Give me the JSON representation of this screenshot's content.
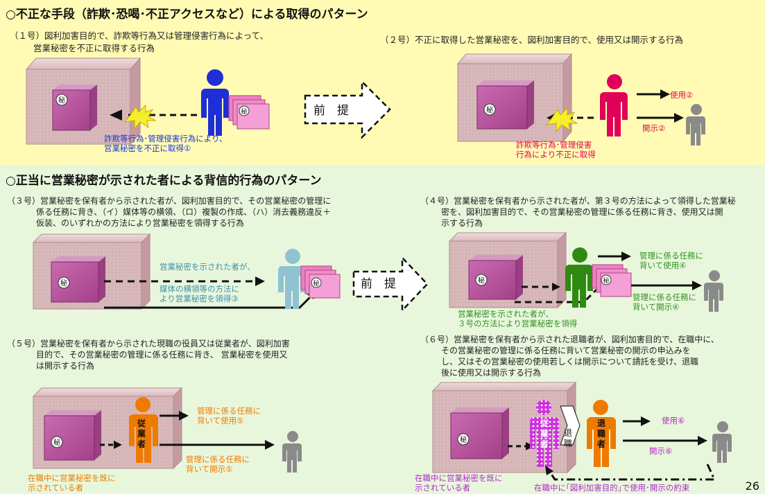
{
  "page_number": "26",
  "section1": {
    "heading": "○不正な手段（詐欺･恐喝･不正アクセスなど）による取得のパターン",
    "item1": {
      "caption_line1": "（１号）図利加害目的で、詐欺等行為又は管理侵害行為によって、",
      "caption_line2": "営業秘密を不正に取得する行為",
      "label_line1": "詐欺等行為･管理侵害行為により、",
      "label_line2": "営業秘密を不正に取得①",
      "secret_mark": "秘"
    },
    "premise": "前　提",
    "item2": {
      "caption": "（２号）不正に取得した営業秘密を、図利加害目的で、使用又は開示する行為",
      "use_label": "使用②",
      "disclose_label": "開示②",
      "label_line1": "詐欺等行為･管理侵害",
      "label_line2": "行為により不正に取得",
      "secret_mark": "秘"
    }
  },
  "section2": {
    "heading": "○正当に営業秘密が示された者による背信的行為のパターン",
    "item3": {
      "caption_line1": "（３号）営業秘密を保有者から示された者が、図利加害目的で、その営業秘密の管理に",
      "caption_line2": "係る任務に背き、（イ）媒体等の横領、（ロ）複製の作成、（ハ）消去義務違反＋",
      "caption_line3": "仮装、のいずれかの方法により営業秘密を領得する行為",
      "label_a": "営業秘密を示された者が、",
      "label_b_line1": "媒体の横領等の方法に",
      "label_b_line2": "より営業秘密を領得③",
      "secret_mark": "秘"
    },
    "premise": "前　提",
    "item4": {
      "caption_line1": "（４号）営業秘密を保有者から示された者が、第３号の方法によって領得した営業秘",
      "caption_line2": "密を、図利加害目的で、その営業秘密の管理に係る任務に背き、使用又は開",
      "caption_line3": "示する行為",
      "use_line1": "管理に係る任務に",
      "use_line2": "背いて使用④",
      "disclose_line1": "管理に係る任務に",
      "disclose_line2": "背いて開示④",
      "bottom_line1": "営業秘密を示された者が、",
      "bottom_line2": "３号の方法により営業秘密を領得",
      "secret_mark": "秘"
    },
    "item5": {
      "caption_line1": "（５号）営業秘密を保有者から示された現職の役員又は従業者が、図利加害",
      "caption_line2": "目的で、その営業秘密の管理に係る任務に背き、 営業秘密を使用又",
      "caption_line3": "は開示する行為",
      "person_label": "従業者",
      "use_line1": "管理に係る任務に",
      "use_line2": "背いて使用⑤",
      "disclose_line1": "管理に係る任務に",
      "disclose_line2": "背いて開示⑤",
      "bottom_line1": "在職中に営業秘密を既に",
      "bottom_line2": "示されている者",
      "secret_mark": "秘"
    },
    "item6": {
      "caption_line1": "（６号）営業秘密を保有者から示された退職者が、図利加害目的で、在職中に、",
      "caption_line2": "その営業秘密の管理に係る任務に背いて営業秘密の開示の申込みを",
      "caption_line3": "し、又はその営業秘密の使用若しくは開示について請託を受け、退職",
      "caption_line4": "後に使用又は開示する行為",
      "employee_label": "従業者",
      "retire_label": "退職",
      "retiree_label": "退職者",
      "use_label": "使用⑥",
      "disclose_label": "開示⑥",
      "bottom_left_line1": "在職中に営業秘密を既に",
      "bottom_left_line2": "示されている者",
      "bottom_right": "在職中に｢図利加害目的｣で使用･開示の約束",
      "secret_mark": "秘"
    }
  },
  "colors": {
    "top_band": "#fffbb4",
    "bottom_band": "#e8f7dc",
    "blue_person": "#1f2fd6",
    "red_person": "#e0005a",
    "teal_person": "#8fc3d2",
    "green_person": "#2f8a12",
    "orange_person": "#ef7a00",
    "purple_person": "#cc33dd",
    "gray_person": "#8a8a8a",
    "document": "#ee7fc4"
  }
}
